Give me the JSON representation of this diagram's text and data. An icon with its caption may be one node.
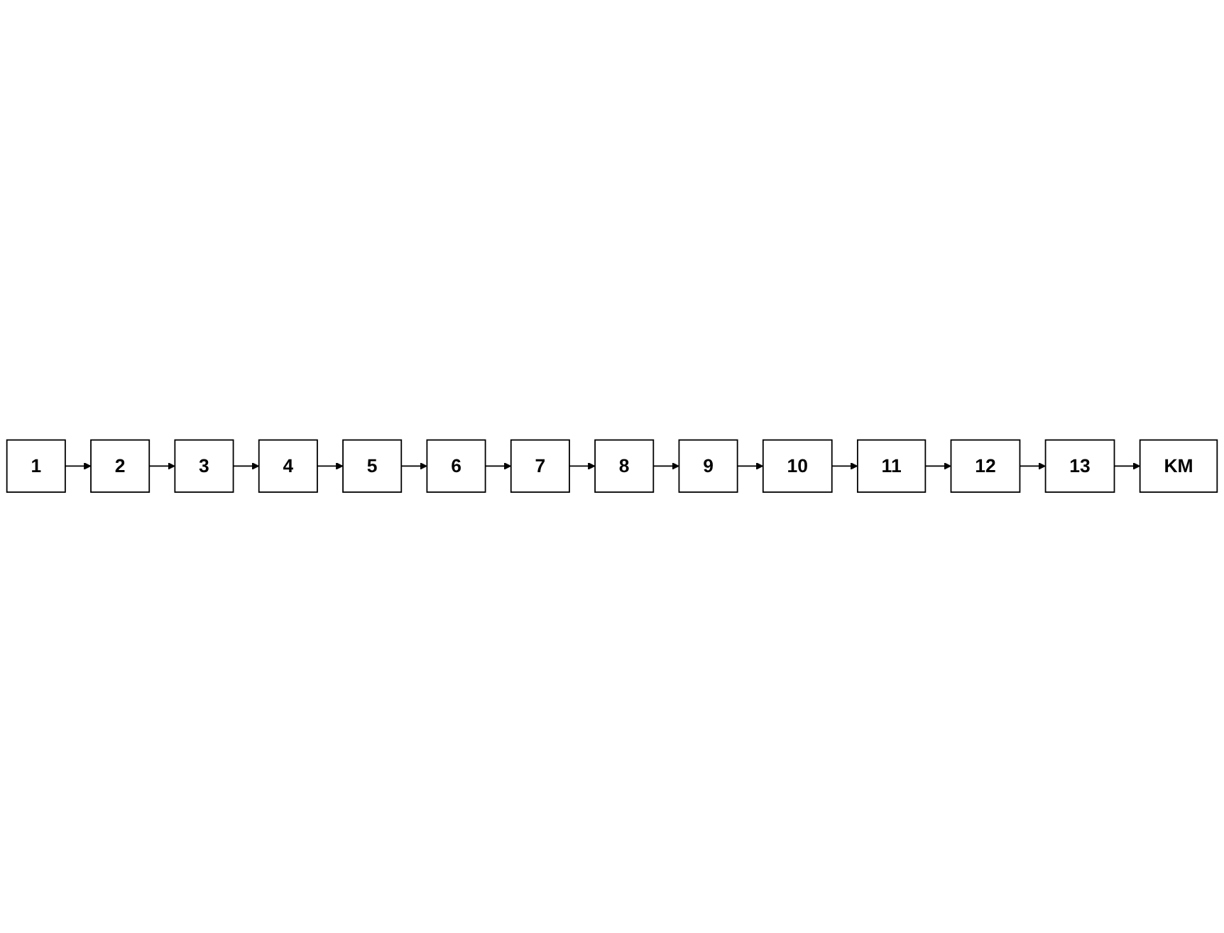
{
  "diagram": {
    "nodes": [
      {
        "text": [
          "13"
        ]
      },
      {
        "text": [
          "KM"
        ]
      },
      {
        "text": [
          "12"
        ]
      },
      {
        "text": [
          "11"
        ]
      },
      {
        "text": [
          "10"
        ]
      },
      {
        "text": [
          "7"
        ]
      },
      {
        "text": [
          "8"
        ]
      },
      {
        "text": [
          "9"
        ]
      },
      {
        "text": [
          "6"
        ]
      },
      {
        "text": [
          "5"
        ]
      },
      {
        "text": [
          "4"
        ]
      },
      {
        "text": [
          "1"
        ]
      },
      {
        "text": [
          "2"
        ]
      },
      {
        "text": [
          "3"
        ]
      }
    ],
    "edges": [
      {
        "from": 11,
        "to": 12,
        "arrow": "to"
      },
      {
        "from": 12,
        "to": 13,
        "arrow": "to"
      },
      {
        "from": 13,
        "to": 10,
        "arrow": "to"
      },
      {
        "from": 10,
        "to": 9,
        "arrow": "to"
      },
      {
        "from": 9,
        "to": 8,
        "arrow": "to"
      },
      {
        "from": 8,
        "to": 5,
        "arrow": "to"
      },
      {
        "from": 5,
        "to": 6,
        "arrow": "to"
      },
      {
        "from": 6,
        "to": 7,
        "arrow": "to"
      },
      {
        "from": 7,
        "to": 4,
        "arrow": "to"
      },
      {
        "from": 4,
        "to": 3,
        "arrow": "to"
      },
      {
        "from": 3,
        "to": 2,
        "arrow": "to"
      },
      {
        "from": 2,
        "to": 0,
        "arrow": "to"
      },
      {
        "from": 0,
        "to": 1,
        "arrow": "to"
      }
    ]
  }
}
